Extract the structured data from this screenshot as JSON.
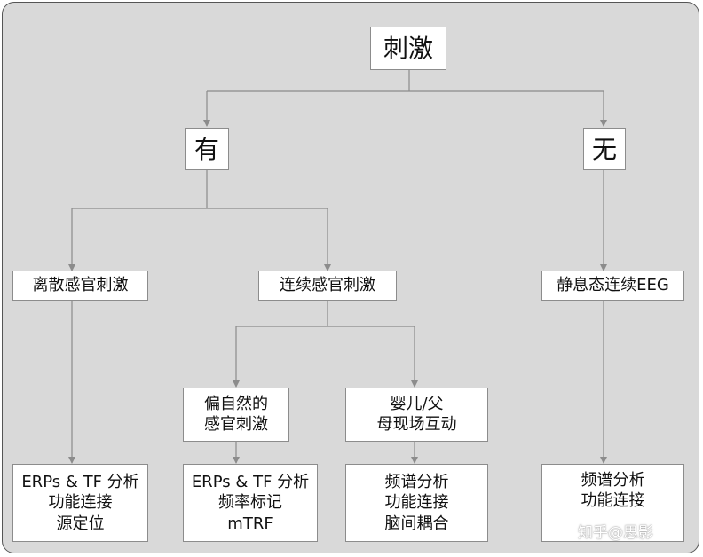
{
  "diagram": {
    "root": "刺激",
    "has": "有",
    "none": "无",
    "discrete": "离散感官刺激",
    "continuous": "连续感官刺激",
    "resting": "静息态连续EEG",
    "naturalistic": [
      "偏自然的",
      "感官刺激"
    ],
    "interaction": [
      "婴儿/父",
      "母现场互动"
    ],
    "leaf_discrete": [
      "ERPs & TF 分析",
      "功能连接",
      "源定位"
    ],
    "leaf_naturalistic": [
      "ERPs & TF 分析",
      "频率标记",
      "mTRF"
    ],
    "leaf_interaction": [
      "频谱分析",
      "功能连接",
      "脑间耦合"
    ],
    "leaf_resting": [
      "频谱分析",
      "功能连接"
    ]
  },
  "watermark": "知乎@思影",
  "colors": {
    "background": "#d9d9d9",
    "node": "#ffffff",
    "line": "#8c8c8c",
    "text": "#111111"
  }
}
